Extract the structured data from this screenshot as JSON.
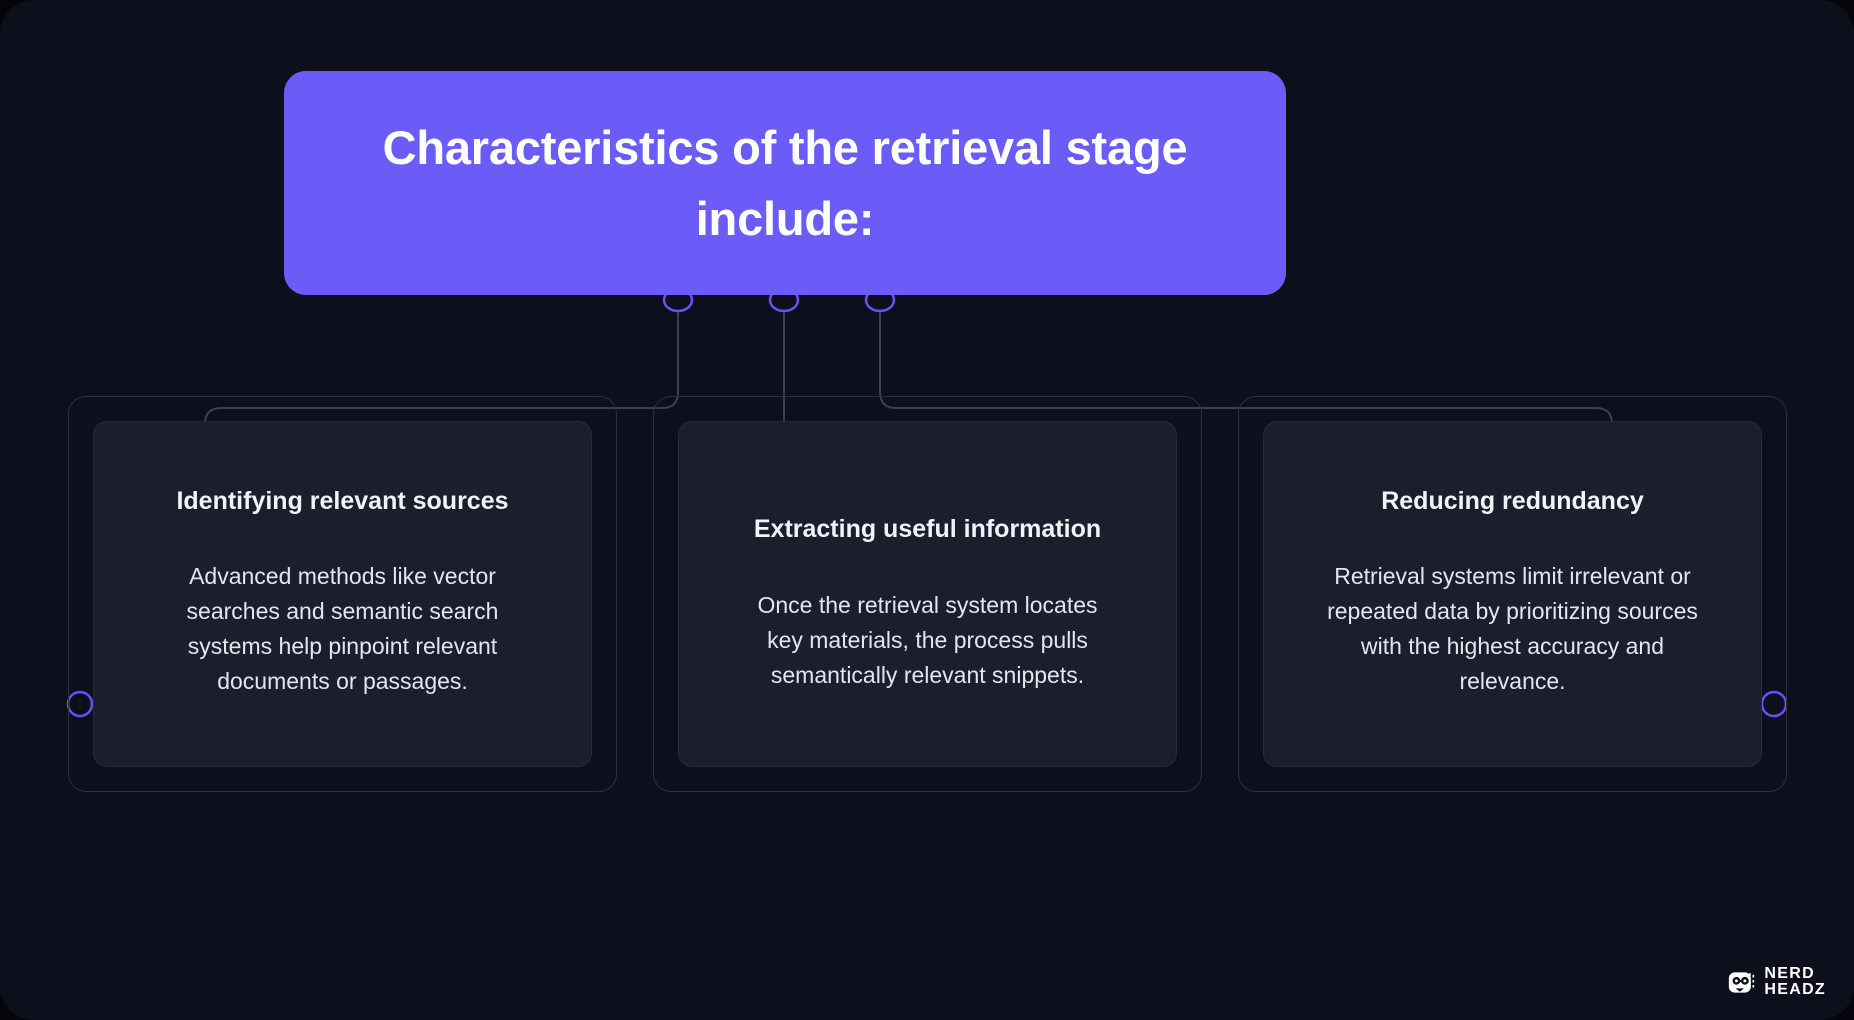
{
  "page": {
    "background_color": "#0d101c",
    "accent_color": "#6c5cf7",
    "connector_color": "#3a3f55",
    "node_ring_color": "#6c4ff6",
    "card_background": "#1b1e2d",
    "card_border": "#2b3043"
  },
  "header": {
    "title": "Characteristics of the retrieval stage include:"
  },
  "cards": [
    {
      "title": "Identifying relevant sources",
      "body": "Advanced methods like vector searches and semantic search systems help pinpoint relevant documents or passages."
    },
    {
      "title": "Extracting useful information",
      "body": "Once the retrieval system locates key materials, the process pulls semantically relevant snippets."
    },
    {
      "title": "Reducing redundancy",
      "body": "Retrieval systems limit irrelevant or repeated data by prioritizing sources with the highest accuracy and relevance."
    }
  ],
  "logo": {
    "icon": "nerdheadz-mascot-icon",
    "line1": "NERD",
    "line2": "HEADZ"
  }
}
